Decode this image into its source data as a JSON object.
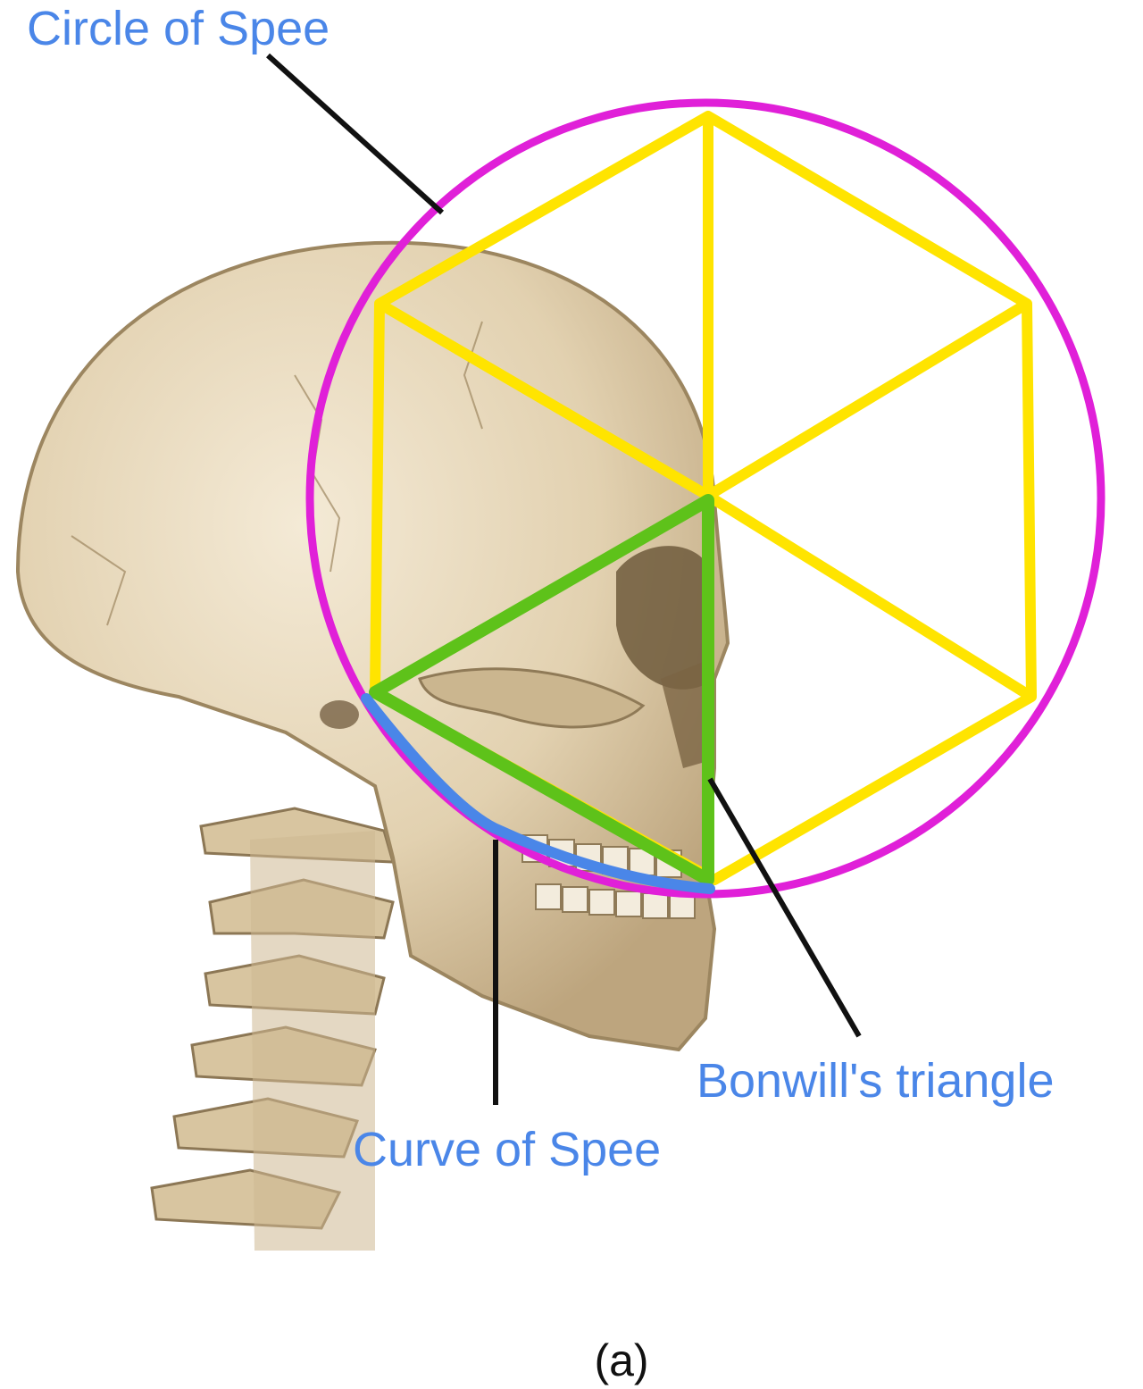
{
  "labels": {
    "circle": "Circle of Spee",
    "triangle": "Bonwill's triangle",
    "curve": "Curve of Spee"
  },
  "caption": "(a)",
  "colors": {
    "label_blue": "#4a86e8",
    "circle_magenta": "#e020d8",
    "hexagon_yellow": "#ffe400",
    "triangle_green": "#5ec21a",
    "curve_blue": "#4a86e8",
    "leader_black": "#111111",
    "bone_light": "#efe3cc",
    "bone_mid": "#d9c6a2",
    "bone_dark": "#a8916b"
  }
}
